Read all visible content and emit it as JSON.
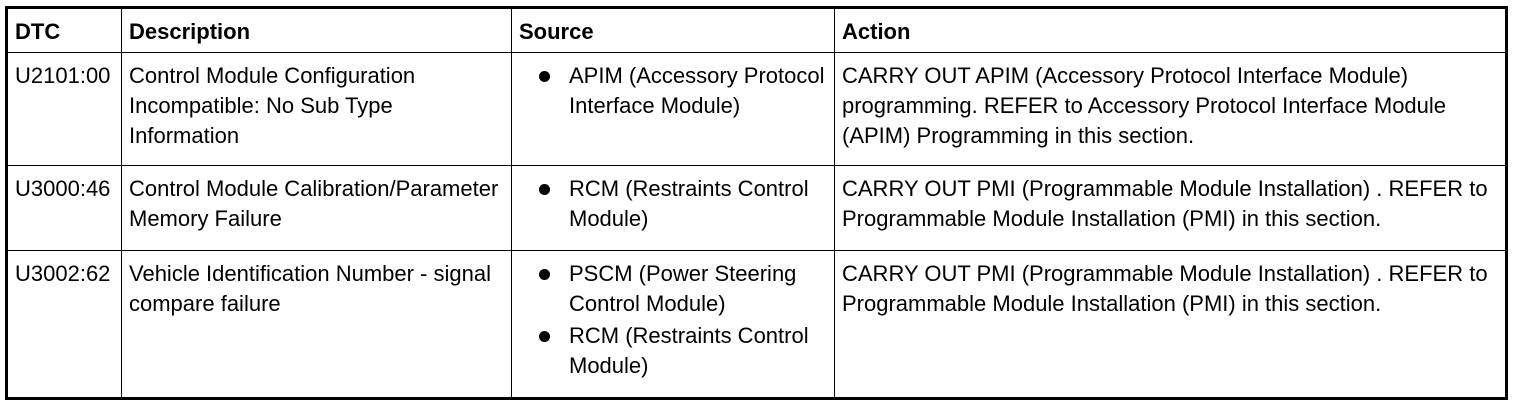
{
  "table": {
    "headers": {
      "dtc": "DTC",
      "description": "Description",
      "source": "Source",
      "action": "Action"
    },
    "rows": [
      {
        "dtc": "U2101:00",
        "description": "Control Module Configuration Incompatible: No Sub Type Information",
        "sources": [
          "APIM (Accessory Protocol Interface Module)"
        ],
        "action": "CARRY OUT APIM (Accessory Protocol Interface Module) programming. REFER to Accessory Protocol Interface Module (APIM) Programming in this section."
      },
      {
        "dtc": "U3000:46",
        "description": "Control Module Calibration/Parameter Memory Failure",
        "sources": [
          "RCM (Restraints Control Module)"
        ],
        "action": "CARRY OUT PMI (Programmable Module Installation) . REFER to Programmable Module Installation (PMI) in this section."
      },
      {
        "dtc": "U3002:62",
        "description": "Vehicle Identification Number - signal compare failure",
        "sources": [
          "PSCM (Power Steering Control Module)",
          "RCM (Restraints Control Module)"
        ],
        "action": "CARRY OUT PMI (Programmable Module Installation) . REFER to Programmable Module Installation (PMI) in this section."
      }
    ]
  }
}
